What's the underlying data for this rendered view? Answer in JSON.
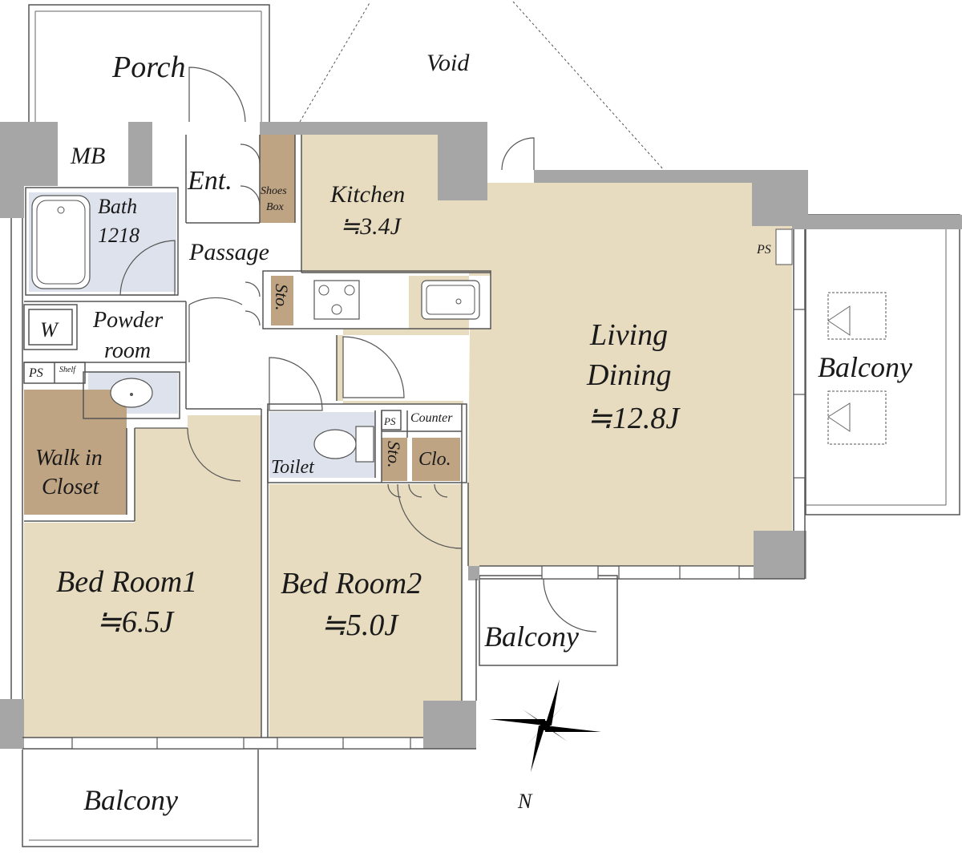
{
  "colors": {
    "room_fill": "#e8dcc0",
    "storage_fill": "#bfa484",
    "wet_fill": "#dde2ec",
    "wall": "#a6a6a6",
    "background": "#ffffff"
  },
  "rooms": {
    "porch": "Porch",
    "void": "Void",
    "mb": "MB",
    "entrance": "Ent.",
    "shoes_box_line1": "Shoes",
    "shoes_box_line2": "Box",
    "kitchen": "Kitchen",
    "kitchen_size": "≒3.4J",
    "bath": "Bath",
    "bath_size": "1218",
    "passage": "Passage",
    "storage_kitchen": "Sto.",
    "powder_line1": "Powder",
    "powder_line2": "room",
    "washer": "W",
    "ps_left": "PS",
    "shelf": "Shelf",
    "living_line1": "Living",
    "living_line2": "Dining",
    "living_size": "≒12.8J",
    "balcony_east": "Balcony",
    "toilet": "Toilet",
    "ps_toilet": "PS",
    "counter": "Counter",
    "storage_toilet": "Sto.",
    "closet_small": "Clo.",
    "walk_in_line1": "Walk in",
    "walk_in_line2": "Closet",
    "bedroom1": "Bed Room1",
    "bedroom1_size": "≒6.5J",
    "bedroom2": "Bed Room2",
    "bedroom2_size": "≒5.0J",
    "balcony_south": "Balcony",
    "balcony_southwest": "Balcony",
    "ps_living": "PS"
  },
  "compass": {
    "north_label": "N"
  }
}
